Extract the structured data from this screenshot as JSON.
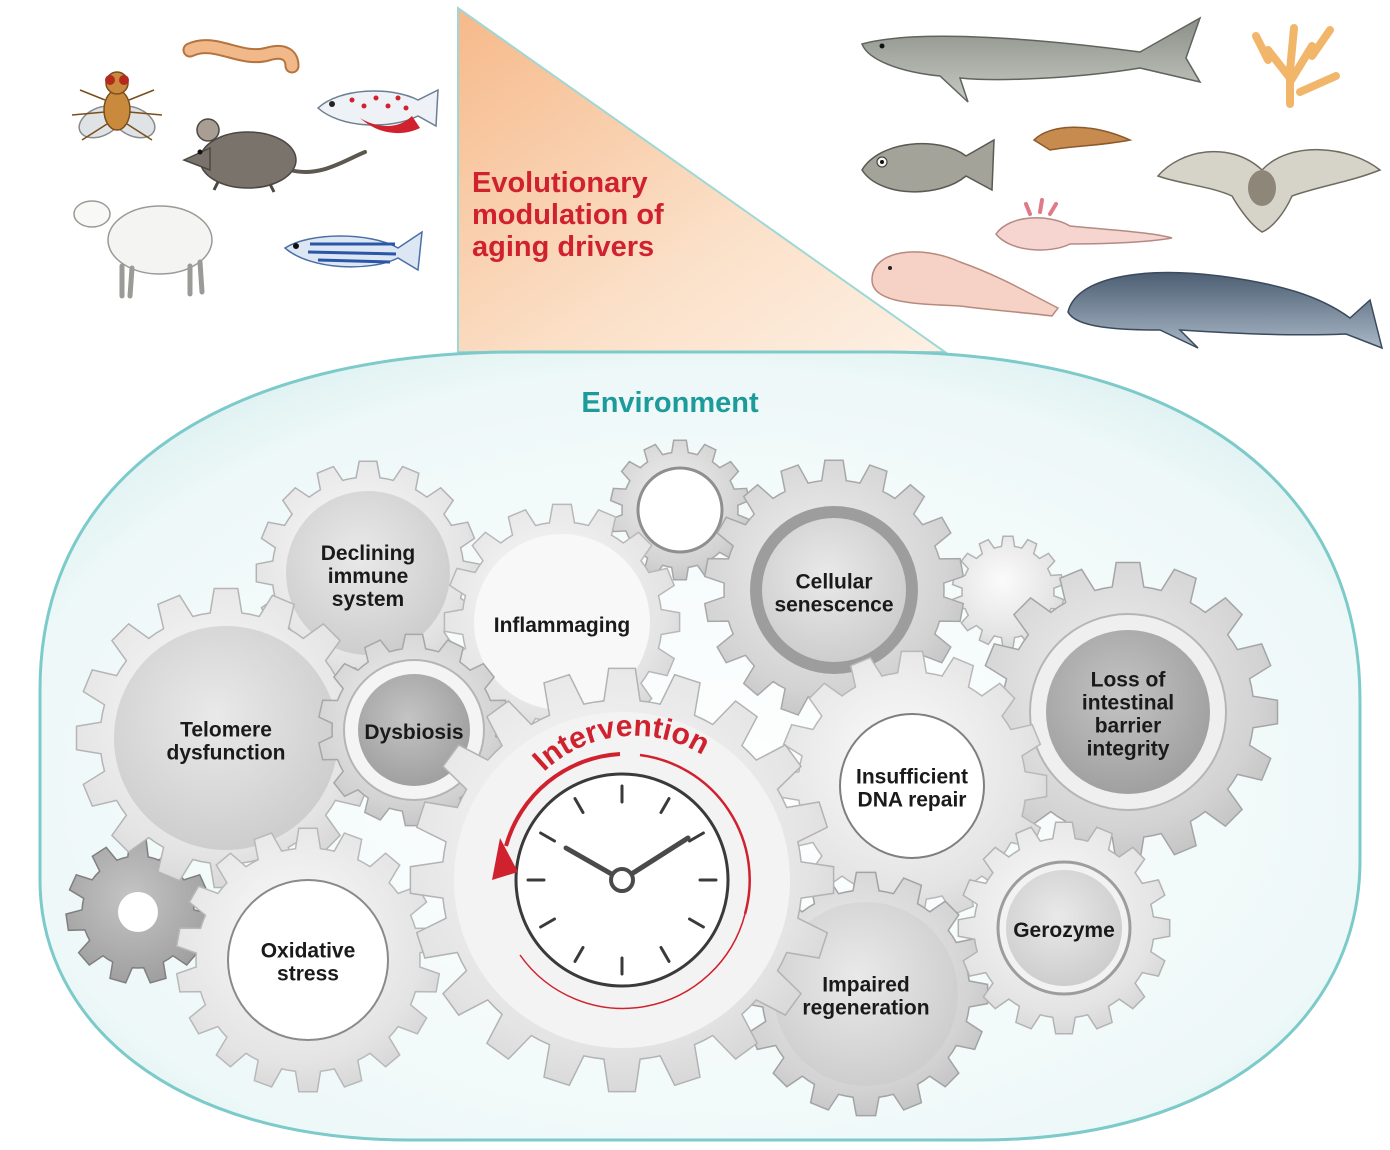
{
  "title_lines": [
    "Evolutionary",
    "modulation of",
    "aging drivers"
  ],
  "environment_label": "Environment",
  "intervention_label": "Intervention",
  "colors": {
    "accent_red": "#d0212e",
    "environment_teal": "#1d9b9b",
    "wedge_orange": "#f7c8a0",
    "gear_gray": "#cfcfcf"
  },
  "drivers": [
    {
      "id": "declining-immune-system",
      "lines": [
        "Declining",
        "immune",
        "system"
      ]
    },
    {
      "id": "inflammaging",
      "lines": [
        "Inflammaging"
      ]
    },
    {
      "id": "cellular-senescence",
      "lines": [
        "Cellular",
        "senescence"
      ]
    },
    {
      "id": "telomere-dysfunction",
      "lines": [
        "Telomere",
        "dysfunction"
      ]
    },
    {
      "id": "dysbiosis",
      "lines": [
        "Dysbiosis"
      ]
    },
    {
      "id": "loss-of-intestinal-barrier-integrity",
      "lines": [
        "Loss of",
        "intestinal",
        "barrier",
        "integrity"
      ]
    },
    {
      "id": "insufficient-dna-repair",
      "lines": [
        "Insufficient",
        "DNA repair"
      ]
    },
    {
      "id": "oxidative-stress",
      "lines": [
        "Oxidative",
        "stress"
      ]
    },
    {
      "id": "gerozyme",
      "lines": [
        "Gerozyme"
      ]
    },
    {
      "id": "impaired-regeneration",
      "lines": [
        "Impaired",
        "regeneration"
      ]
    }
  ],
  "short_lived_species": [
    "fly-icon",
    "worm-icon",
    "killifish-icon",
    "mouse-icon",
    "sheep-icon",
    "zebrafish-icon"
  ],
  "long_lived_species": [
    "shark-icon",
    "coral-icon",
    "rockfish-icon",
    "flatworm-icon",
    "bat-icon",
    "axolotl-icon",
    "naked-mole-rat-icon",
    "bowhead-whale-icon"
  ]
}
